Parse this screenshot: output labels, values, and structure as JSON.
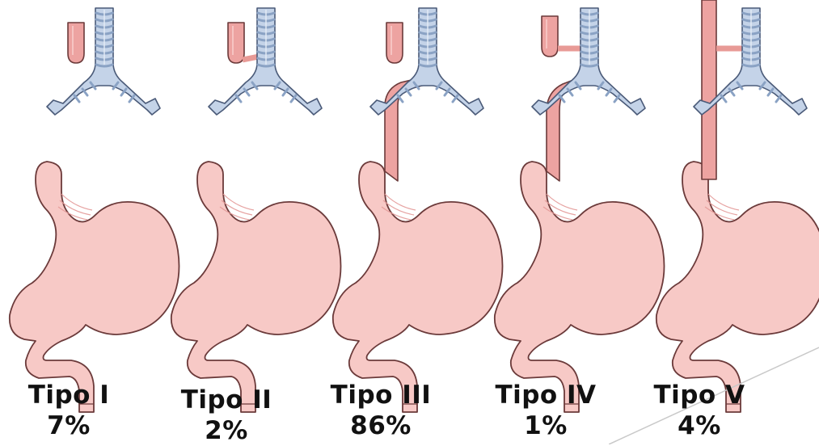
{
  "panels": [
    {
      "type_label": "Tipo I",
      "percent": "7%"
    },
    {
      "type_label": "Tipo II",
      "percent": "2%"
    },
    {
      "type_label": "Tipo III",
      "percent": "86%"
    },
    {
      "type_label": "Tipo IV",
      "percent": "1%"
    },
    {
      "type_label": "Tipo V",
      "percent": "4%"
    }
  ],
  "colors": {
    "stomach_fill": "#f7c9c6",
    "stomach_stroke": "#6b3a3a",
    "esophagus_fill": "#eda3a1",
    "trachea_fill": "#c4d3e8",
    "trachea_ring": "#8aa2c4",
    "fistula": "#e89a96",
    "slide_line": "#c9c9c9"
  }
}
